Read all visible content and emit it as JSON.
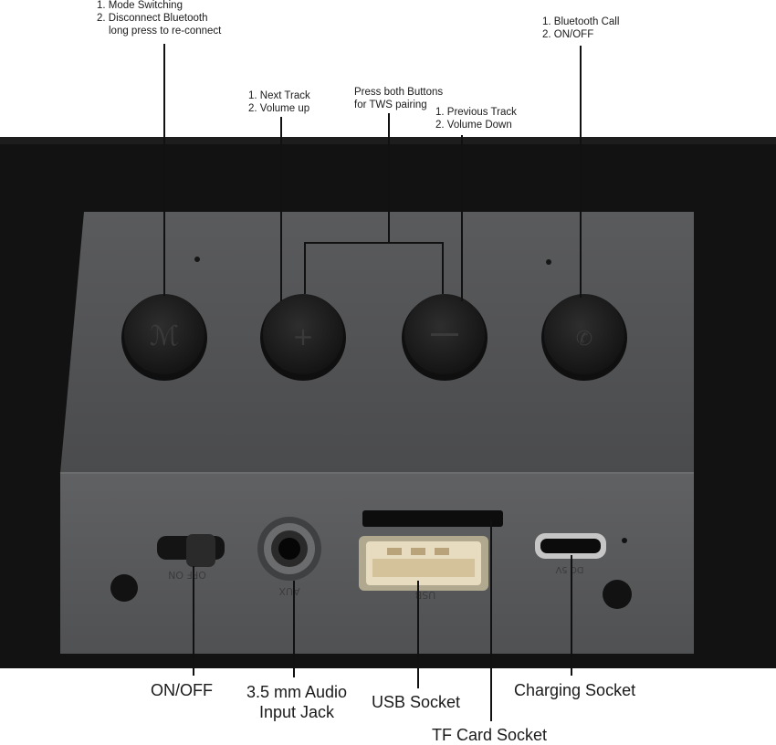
{
  "top_labels": {
    "mode": [
      "1. Mode Switching",
      "2. Disconnect Bluetooth",
      "long press to re-connect"
    ],
    "next": [
      "1. Next Track",
      "2. Volume up"
    ],
    "tws": [
      "Press both Buttons",
      "for TWS pairing"
    ],
    "prev": [
      "1. Previous Track",
      "2. Volume Down"
    ],
    "call": [
      "1. Bluetooth Call",
      "2. ON/OFF"
    ]
  },
  "bottom_labels": {
    "onoff": "ON/OFF",
    "aux": [
      "3.5 mm Audio",
      "Input Jack"
    ],
    "usb": "USB Socket",
    "tf": "TF Card Socket",
    "charging": "Charging Socket"
  },
  "colors": {
    "body": "#111111",
    "panel": "#4a4b4c",
    "panel_front": "#58595b",
    "button": "#1b1b1b",
    "usb_port": "#d8c7a0"
  },
  "icons": [
    "mode-icon",
    "plus-icon",
    "minus-icon",
    "call-icon"
  ]
}
